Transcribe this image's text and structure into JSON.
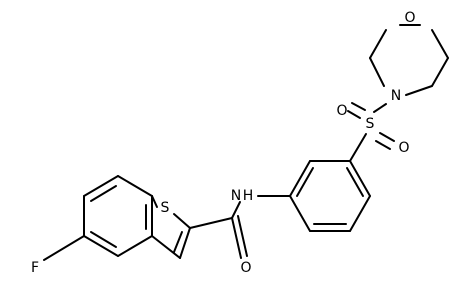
{
  "molecule": {
    "atoms": {
      "F": "F",
      "S_thiophene": "S",
      "N_amide": "N",
      "H_amide": "H",
      "O_carbonyl": "O",
      "S_sulfonyl": "S",
      "O_sulfonyl_top": "O",
      "O_sulfonyl_bottom": "O",
      "N_morpholine": "N",
      "O_morpholine": "O"
    }
  }
}
